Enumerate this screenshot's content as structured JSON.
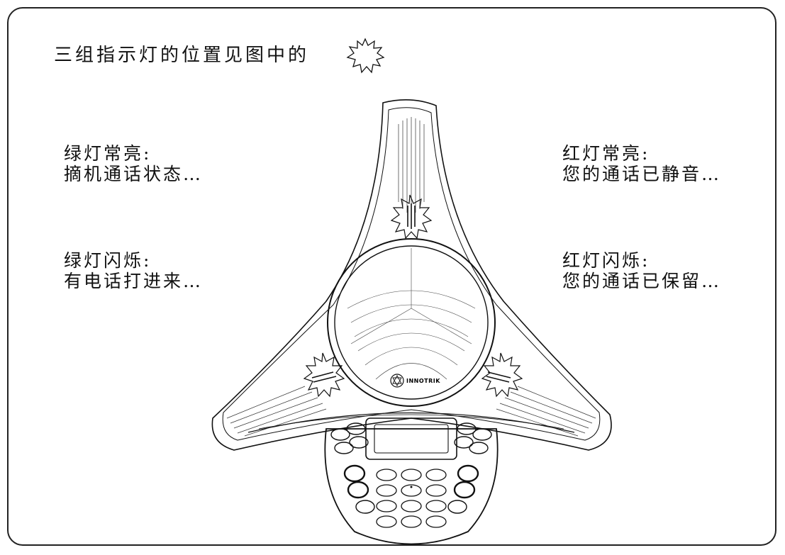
{
  "title": {
    "text": "三组指示灯的位置见图中的"
  },
  "notes": {
    "green_steady": {
      "heading": "绿灯常亮:",
      "text": "摘机通话状态…"
    },
    "green_flash": {
      "heading": "绿灯闪烁:",
      "text": "有电话打进来…"
    },
    "red_steady": {
      "heading": "红灯常亮:",
      "text": "您的通话已静音…"
    },
    "red_flash": {
      "heading": "红灯闪烁:",
      "text": "您的通话已保留…"
    }
  },
  "device": {
    "brand": "INNOTRIK"
  },
  "icons": {
    "indicator": "starburst-icon"
  }
}
